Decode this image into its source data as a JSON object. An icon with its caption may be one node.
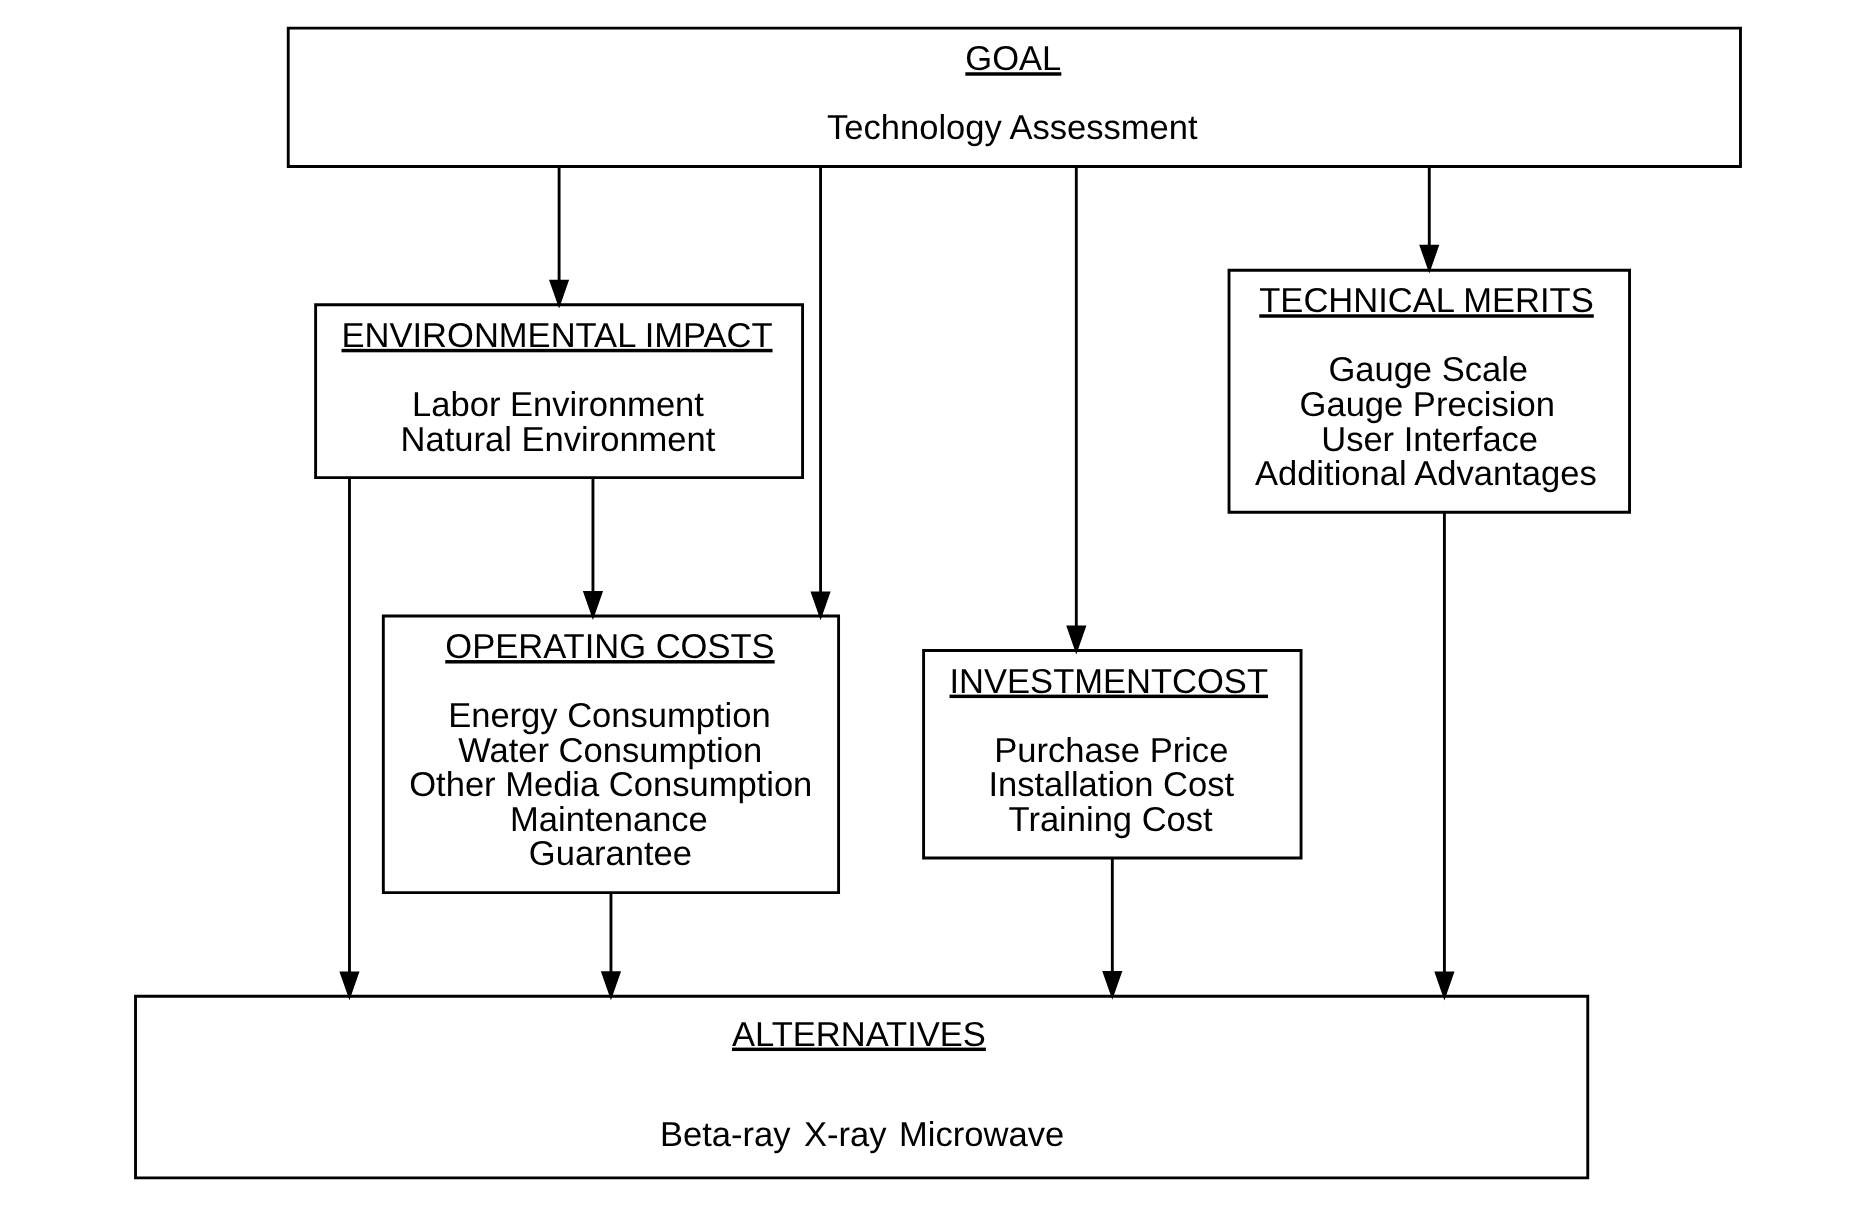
{
  "diagram": {
    "nodes": [
      {
        "text": [
          "GOAL",
          "Technology Assessment"
        ]
      },
      {
        "text": [
          "ENVIRONMENTAL IMPACT",
          "Labor Environment",
          "Natural Environment"
        ]
      },
      {
        "text": [
          "INVESTMENTCOST",
          "Purchase Price",
          "Installation Cost",
          "Training Cost"
        ]
      },
      {
        "text": [
          "TECHNICAL MERITS",
          "Gauge Scale",
          "Gauge Precision",
          "User Interface",
          "Additional Advantages"
        ]
      },
      {
        "text": [
          "OPERATING COSTS",
          "Energy Consumption",
          "Water Consumption",
          "Other Media Consumption",
          "Maintenance",
          "Guarantee"
        ]
      },
      {
        "text": [
          "ALTERNATIVES",
          "Beta-ray",
          "X-ray",
          "Microwave"
        ]
      }
    ],
    "edges": [
      {
        "from": 0,
        "to": 4,
        "arrow": "to"
      },
      {
        "from": 0,
        "to": 1,
        "arrow": "to"
      },
      {
        "from": 0,
        "to": 2,
        "arrow": "to"
      },
      {
        "from": 0,
        "to": 3,
        "arrow": "to"
      },
      {
        "from": 1,
        "to": 4,
        "arrow": "to"
      },
      {
        "from": 4,
        "to": 5,
        "arrow": "to"
      },
      {
        "from": 1,
        "to": 5,
        "arrow": "to"
      },
      {
        "from": 2,
        "to": 5,
        "arrow": "to"
      },
      {
        "from": 3,
        "to": 5,
        "arrow": "to"
      }
    ]
  }
}
